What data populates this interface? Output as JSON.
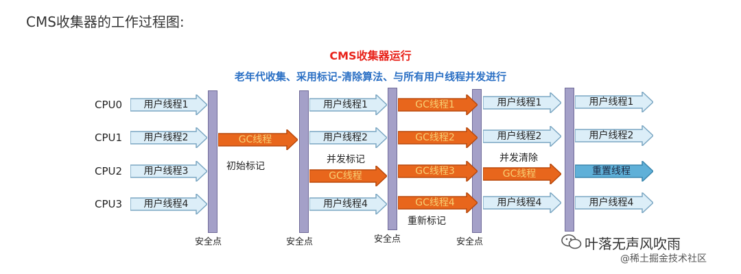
{
  "heading": "CMS收集器的工作过程图:",
  "diagram": {
    "title": "CMS收集器运行",
    "subtitle": "老年代收集、采用标记-清除算法、与所有用户线程并发进行",
    "cpus": [
      "CPU0",
      "CPU1",
      "CPU2",
      "CPU3"
    ],
    "user_thread_label": "用户线程1",
    "labels": {
      "u1": "用户线程1",
      "u2": "用户线程2",
      "u3": "用户线程3",
      "u4": "用户线程4",
      "gc": "GC线程",
      "gc1": "GC线程1",
      "gc2": "GC线程2",
      "gc3": "GC线程3",
      "gc4": "GC线程4",
      "reset": "重置线程"
    },
    "phases": {
      "initial_mark": "初始标记",
      "concurrent_mark": "并发标记",
      "remark": "重新标记",
      "concurrent_sweep": "并发清除"
    },
    "safepoint": "安全点",
    "colors": {
      "user": "#dceef8",
      "gc": "#e8661c",
      "reset": "#5fb0d8",
      "bar": "#a4a0c8"
    }
  },
  "watermark": {
    "icon": "wechat-icon",
    "name": "叶落无声风吹雨",
    "site": "@稀土掘金技术社区"
  }
}
